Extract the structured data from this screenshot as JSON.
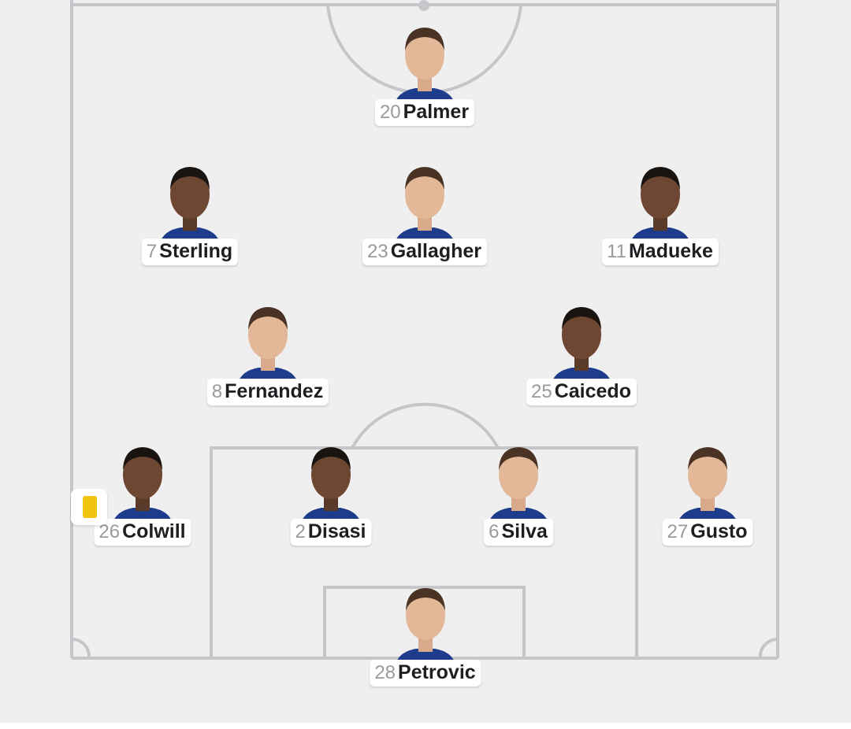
{
  "lineup": {
    "players": [
      {
        "number": "20",
        "name": "Palmer"
      },
      {
        "number": "7",
        "name": "Sterling"
      },
      {
        "number": "23",
        "name": "Gallagher"
      },
      {
        "number": "11",
        "name": "Madueke"
      },
      {
        "number": "8",
        "name": "Fernandez"
      },
      {
        "number": "25",
        "name": "Caicedo"
      },
      {
        "number": "26",
        "name": "Colwill"
      },
      {
        "number": "2",
        "name": "Disasi"
      },
      {
        "number": "6",
        "name": "Silva"
      },
      {
        "number": "27",
        "name": "Gusto"
      },
      {
        "number": "28",
        "name": "Petrovic"
      }
    ],
    "yellow_card_player": "Colwill"
  },
  "colors": {
    "pitch_background": "#efefef",
    "pitch_lines": "#c4c6c9",
    "yellow_card": "#f1c40f",
    "kit": "#1e3c8c",
    "number_text": "#9a9a9a",
    "name_text": "#1d1d22"
  }
}
